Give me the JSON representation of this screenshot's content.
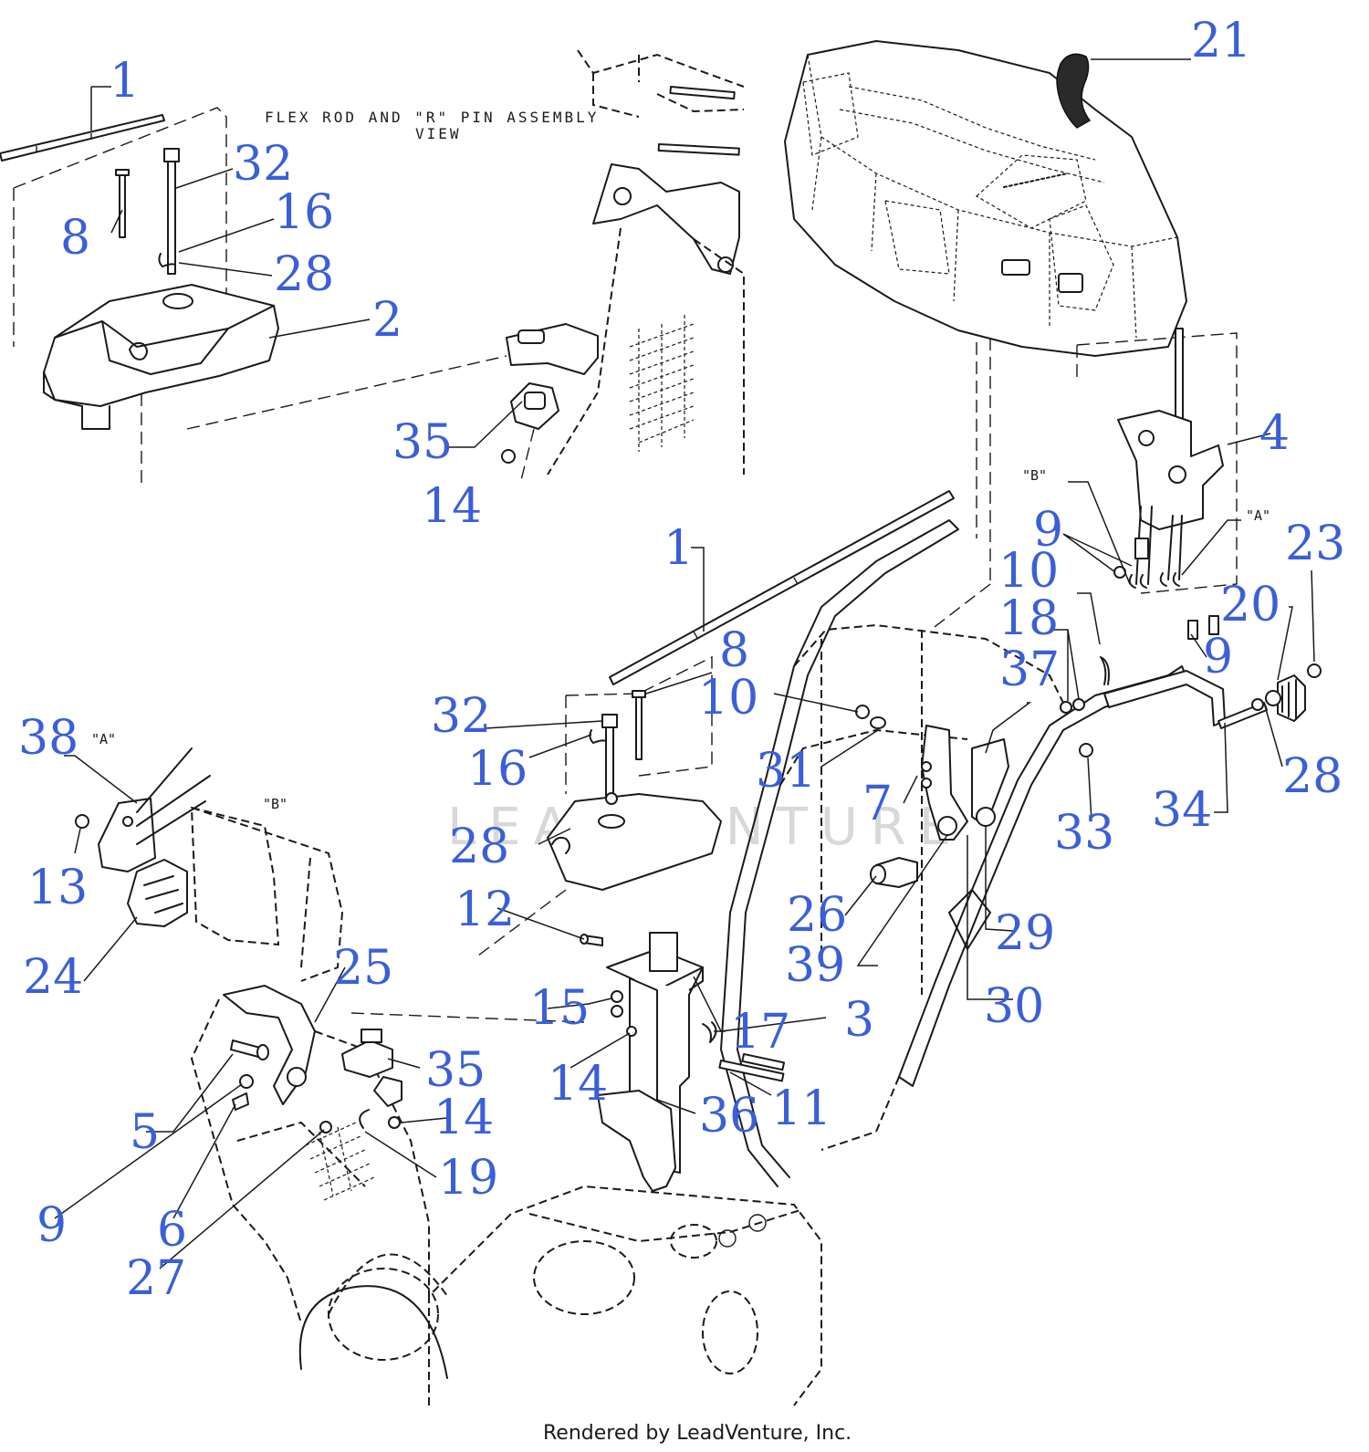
{
  "diagram": {
    "view_note_line1": "FLEX ROD AND \"R\" PIN ASSEMBLY",
    "view_note_line2": "VIEW",
    "cable_labels": [
      "\"B\"",
      "\"A\"",
      "\"A\"",
      "\"B\""
    ],
    "watermark": "LEADVENTURE",
    "footer": "Rendered by LeadVenture, Inc.",
    "callouts": [
      "1",
      "32",
      "8",
      "16",
      "28",
      "2",
      "35",
      "14",
      "21",
      "4",
      "9",
      "23",
      "1",
      "8",
      "10",
      "18",
      "10",
      "37",
      "20",
      "9",
      "32",
      "16",
      "31",
      "7",
      "33",
      "28",
      "34",
      "38",
      "28",
      "13",
      "26",
      "29",
      "12",
      "39",
      "30",
      "24",
      "25",
      "15",
      "3",
      "17",
      "14",
      "35",
      "11",
      "5",
      "14",
      "36",
      "19",
      "9",
      "6",
      "27"
    ],
    "colors": {
      "callout": "#3a5fd9",
      "line": "#1a1a1a",
      "background": "#ffffff"
    }
  }
}
